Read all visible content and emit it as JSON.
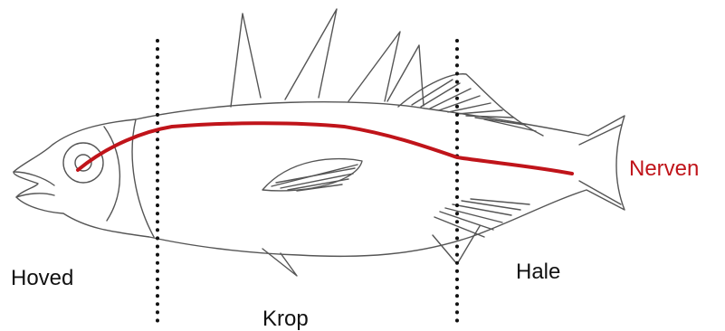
{
  "labels": {
    "head": "Hoved",
    "body": "Krop",
    "tail": "Hale",
    "nerve": "Nerven"
  },
  "colors": {
    "nerve": "#c0141a",
    "outline": "#555555",
    "divider": "#111111",
    "text": "#111111"
  },
  "icons": {
    "fish": "fish-outline-icon"
  }
}
